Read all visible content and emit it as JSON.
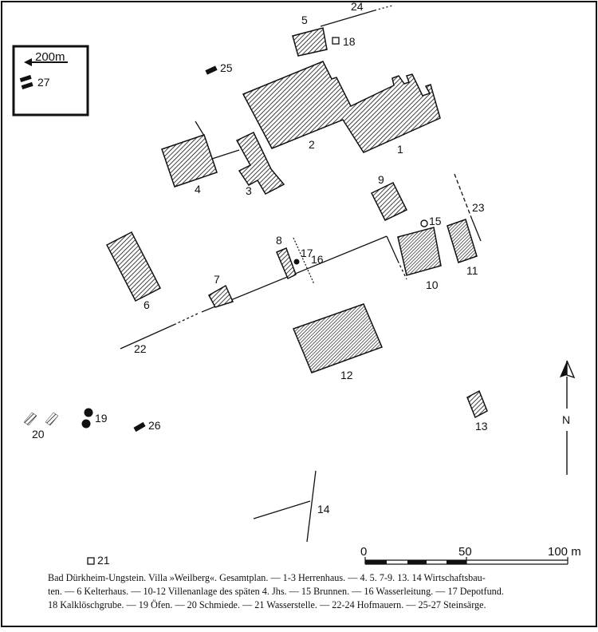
{
  "labels": {
    "b1": "1",
    "b2": "2",
    "b3": "3",
    "b4": "4",
    "b5": "5",
    "b6": "6",
    "b7": "7",
    "b8": "8",
    "b9": "9",
    "b10": "10",
    "b11": "11",
    "b12": "12",
    "b13": "13",
    "b14": "14",
    "b15": "15",
    "b16": "16",
    "b17": "17",
    "b18": "18",
    "b19": "19",
    "b20": "20",
    "b21": "21",
    "b22": "22",
    "b23": "23",
    "b24": "24",
    "b25": "25",
    "b26": "26",
    "b27": "27"
  },
  "inset": {
    "distance": "200m"
  },
  "north": {
    "label": "N"
  },
  "scale": {
    "t0": "0",
    "t50": "50",
    "t100": "100 m"
  },
  "caption": {
    "line1": "Bad Dürkheim-Ungstein. Villa »Weilberg«. Gesamtplan. — 1-3 Herrenhaus. — 4. 5. 7-9. 13. 14 Wirtschaftsbau-",
    "line2": "ten. — 6 Kelterhaus. — 10-12 Villenanlage des späten 4. Jhs. — 15 Brunnen. — 16 Wasserleitung. — 17 Depotfund.",
    "line3": "18 Kalklöschgrube. — 19 Öfen. — 20 Schmiede. — 21 Wasserstelle. — 22-24 Hofmauern. — 25-27 Steinsärge."
  },
  "colors": {
    "ink": "#111111",
    "paper": "#ffffff"
  }
}
